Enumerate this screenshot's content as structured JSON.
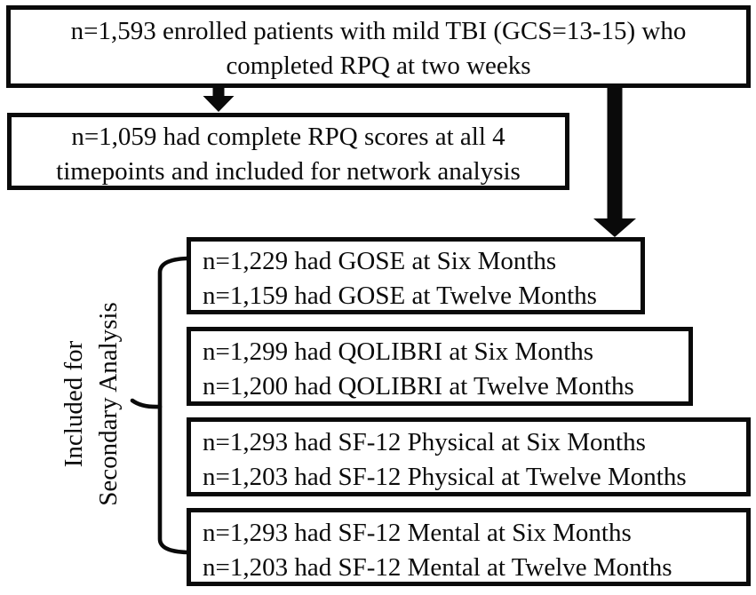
{
  "diagram": {
    "kind": "patient-flow-chart",
    "boxes": {
      "enrolled": {
        "line1": "n=1,593 enrolled patients with mild TBI (GCS=13-15) who",
        "line2": "completed RPQ at two weeks"
      },
      "network": {
        "line1": "n=1,059 had complete RPQ scores at all 4",
        "line2": "timepoints and included for network analysis"
      },
      "gose": {
        "line1": "n=1,229 had GOSE at Six Months",
        "line2": "n=1,159 had GOSE at Twelve Months"
      },
      "qolibri": {
        "line1": "n=1,299 had QOLIBRI at Six Months",
        "line2": "n=1,200 had QOLIBRI at Twelve Months"
      },
      "sf12_physical": {
        "line1": "n=1,293 had SF-12 Physical at Six Months",
        "line2": "n=1,203 had SF-12 Physical at Twelve Months"
      },
      "sf12_mental": {
        "line1": "n=1,293 had SF-12 Mental at Six Months",
        "line2": "n=1,203 had SF-12 Mental at Twelve Months"
      }
    },
    "side_label": {
      "line1": "Included for",
      "line2": "Secondary Analysis"
    },
    "colors": {
      "line": "#0a0a0a",
      "text": "#0b0b0b",
      "background": "#ffffff"
    }
  }
}
